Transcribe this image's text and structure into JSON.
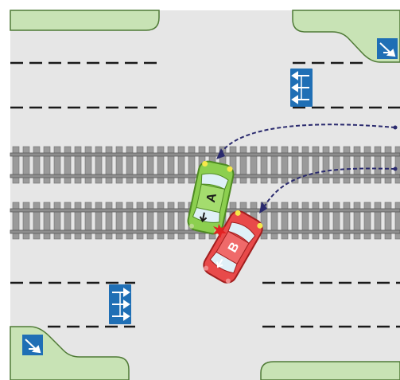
{
  "title": "",
  "scene": {
    "background_color": "#ffffff",
    "road_color": "#e6e6e6",
    "grass_color": "#c8e3b5",
    "grass_border_color": "#4f7a36",
    "lane_marking_color": "#1a1a1a",
    "rail_color": "#8e8e8e",
    "sleeper_color": "#9a9a9a",
    "path_color": "#2a2a6e",
    "sign_color": "#1f6fb5",
    "crash_star_color": "#e22222"
  },
  "signs": [
    {
      "name": "lane-direction-sign-left-arrows",
      "icon": "three-left-arrows"
    },
    {
      "name": "lane-direction-sign-right-arrows",
      "icon": "three-right-arrows"
    },
    {
      "name": "corner-sign-top-right",
      "icon": "merge-right-arrow"
    },
    {
      "name": "corner-sign-bottom-left",
      "icon": "merge-right-arrow"
    }
  ],
  "vehicles": [
    {
      "label": "A",
      "color": "#8ccf4f",
      "dark_color": "#4e8a22",
      "heading": "down"
    },
    {
      "label": "B",
      "color": "#e84a4a",
      "dark_color": "#a11e1e",
      "heading": "down"
    }
  ]
}
